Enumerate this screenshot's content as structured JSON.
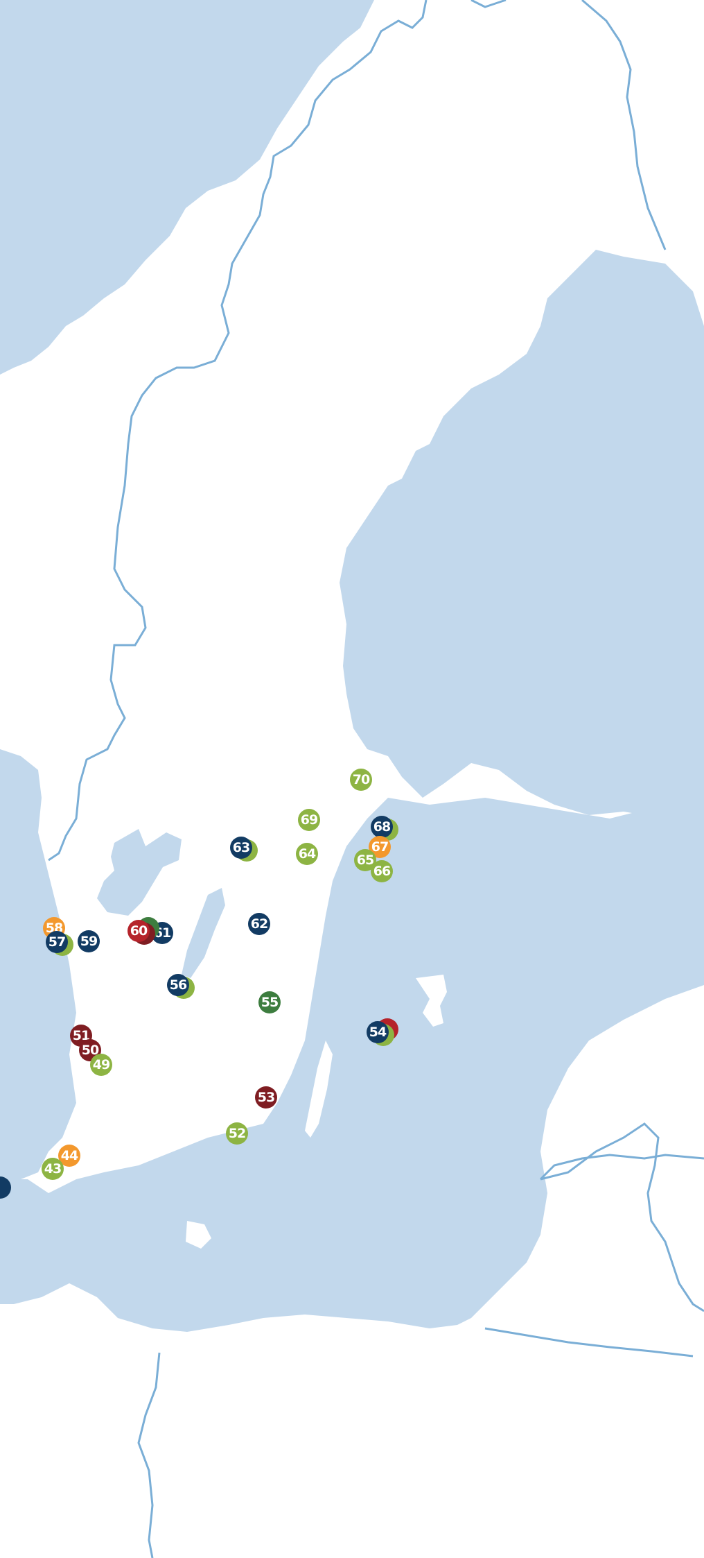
{
  "map": {
    "colors": {
      "water": "#c2d8ec",
      "land": "#ffffff",
      "border": "#7aaed6",
      "olive_green": "#8db443",
      "dark_green": "#3d7d3f",
      "navy": "#123b63",
      "dark_red": "#7f1d22",
      "red": "#b5232a",
      "orange": "#f3982d"
    },
    "markers": [
      {
        "label": "70",
        "color": "olive_green",
        "shadow": ""
      },
      {
        "label": "69",
        "color": "olive_green",
        "shadow": ""
      },
      {
        "label": "68",
        "color": "navy",
        "shadow": "olive_green"
      },
      {
        "label": "67",
        "color": "orange",
        "shadow": ""
      },
      {
        "label": "66",
        "color": "olive_green",
        "shadow": ""
      },
      {
        "label": "65",
        "color": "olive_green",
        "shadow": ""
      },
      {
        "label": "64",
        "color": "olive_green",
        "shadow": ""
      },
      {
        "label": "63",
        "color": "navy",
        "shadow": "olive_green"
      },
      {
        "label": "62",
        "color": "navy",
        "shadow": ""
      },
      {
        "label": "61",
        "color": "navy",
        "shadow": ""
      },
      {
        "label": "60",
        "color": "red",
        "shadow": "dark_red",
        "shadow2": "dark_green"
      },
      {
        "label": "59",
        "color": "navy",
        "shadow": ""
      },
      {
        "label": "58",
        "color": "orange",
        "shadow": ""
      },
      {
        "label": "57",
        "color": "navy",
        "shadow": "olive_green"
      },
      {
        "label": "56",
        "color": "navy",
        "shadow": "olive_green"
      },
      {
        "label": "55",
        "color": "dark_green",
        "shadow": ""
      },
      {
        "label": "54",
        "color": "navy",
        "shadow": "olive_green",
        "shadow2": "red"
      },
      {
        "label": "53",
        "color": "dark_red",
        "shadow": ""
      },
      {
        "label": "52",
        "color": "olive_green",
        "shadow": ""
      },
      {
        "label": "51",
        "color": "dark_red",
        "shadow": ""
      },
      {
        "label": "50",
        "color": "dark_red",
        "shadow": ""
      },
      {
        "label": "49",
        "color": "olive_green",
        "shadow": ""
      },
      {
        "label": "44",
        "color": "orange",
        "shadow": ""
      },
      {
        "label": "43",
        "color": "olive_green",
        "shadow": ""
      },
      {
        "label": "",
        "color": "navy",
        "shadow": ""
      }
    ]
  }
}
